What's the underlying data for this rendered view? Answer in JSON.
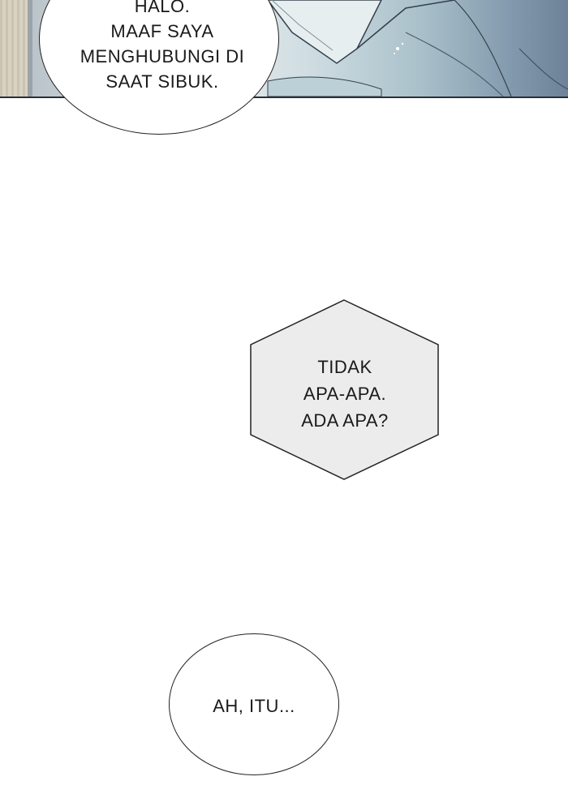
{
  "panel": {
    "description_colors": {
      "wall": "#d8d2c4",
      "shirt": "#cfdde2",
      "shadow": "#6d8298",
      "border": "#2a2f36"
    }
  },
  "bubbles": {
    "top": {
      "lines": [
        "HALO.",
        "MAAF SAYA",
        "MENGHUBUNGI DI",
        "SAAT SIBUK."
      ]
    },
    "middle": {
      "lines": [
        "TIDAK",
        "APA-APA.",
        "ADA APA?"
      ],
      "fill": "#ececec"
    },
    "bottom": {
      "text": "AH, ITU..."
    }
  }
}
